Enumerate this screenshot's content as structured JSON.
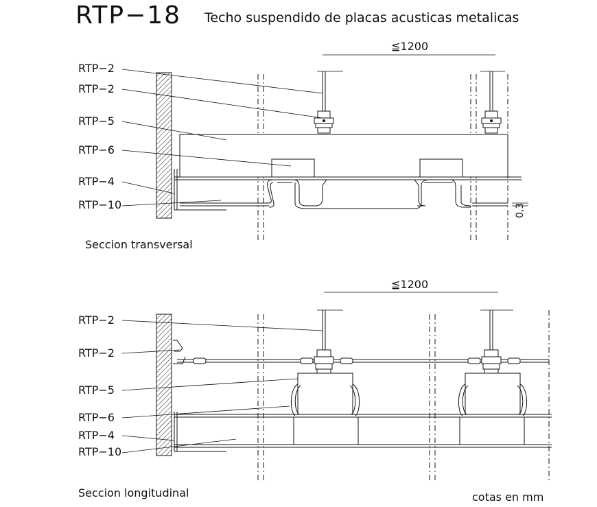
{
  "header": {
    "code": "RTP−18",
    "title": "Techo suspendido de placas acusticas metalicas"
  },
  "top_section": {
    "caption": "Seccion transversal",
    "dimension": "≦1200",
    "side_dimension": "0,3",
    "labels": [
      "RTP−2",
      "RTP−2",
      "RTP−5",
      "RTP−6",
      "RTP−4",
      "RTP−10"
    ]
  },
  "bottom_section": {
    "caption": "Seccion longitudinal",
    "dimension": "≦1200",
    "labels": [
      "RTP−2",
      "RTP−2",
      "RTP−5",
      "RTP−6",
      "RTP−4",
      "RTP−10"
    ]
  },
  "units_note": "cotas en mm"
}
